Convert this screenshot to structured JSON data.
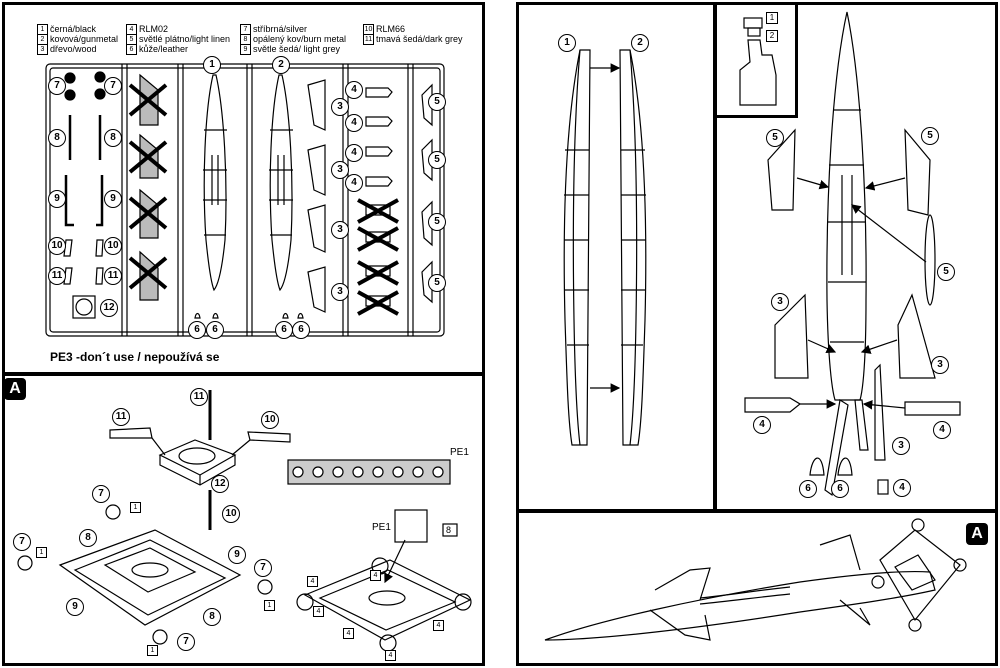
{
  "legend": [
    {
      "num": "1",
      "text": "černá/black"
    },
    {
      "num": "2",
      "text": "kovová/gunmetal"
    },
    {
      "num": "3",
      "text": "dřevo/wood"
    },
    {
      "num": "4",
      "text": "RLM02"
    },
    {
      "num": "5",
      "text": "světlé plátno/light linen"
    },
    {
      "num": "6",
      "text": "kůže/leather"
    },
    {
      "num": "7",
      "text": "stříbrná/silver"
    },
    {
      "num": "8",
      "text": "opálený kov/burn metal"
    },
    {
      "num": "9",
      "text": "světle šedá/ light grey"
    },
    {
      "num": "10",
      "text": "RLM66"
    },
    {
      "num": "11",
      "text": "tmavá šedá/dark grey"
    }
  ],
  "pe3_note": "PE3 -don´t use / nepoužívá se",
  "section_a_label": "A",
  "pe1_label": "PE1",
  "pe1_small_label": "PE1",
  "pe1_box_label": "8",
  "color_boxes": [
    "1",
    "1",
    "1",
    "1",
    "4",
    "4",
    "4",
    "4",
    "4",
    "4"
  ],
  "inset_callouts": [
    "1",
    "2"
  ],
  "callouts": {
    "n1": "1",
    "n2": "2",
    "n3": "3",
    "n4": "4",
    "n5": "5",
    "n6": "6",
    "n7": "7",
    "n8": "8",
    "n9": "9",
    "n10": "10",
    "n11": "11",
    "n12": "12"
  }
}
